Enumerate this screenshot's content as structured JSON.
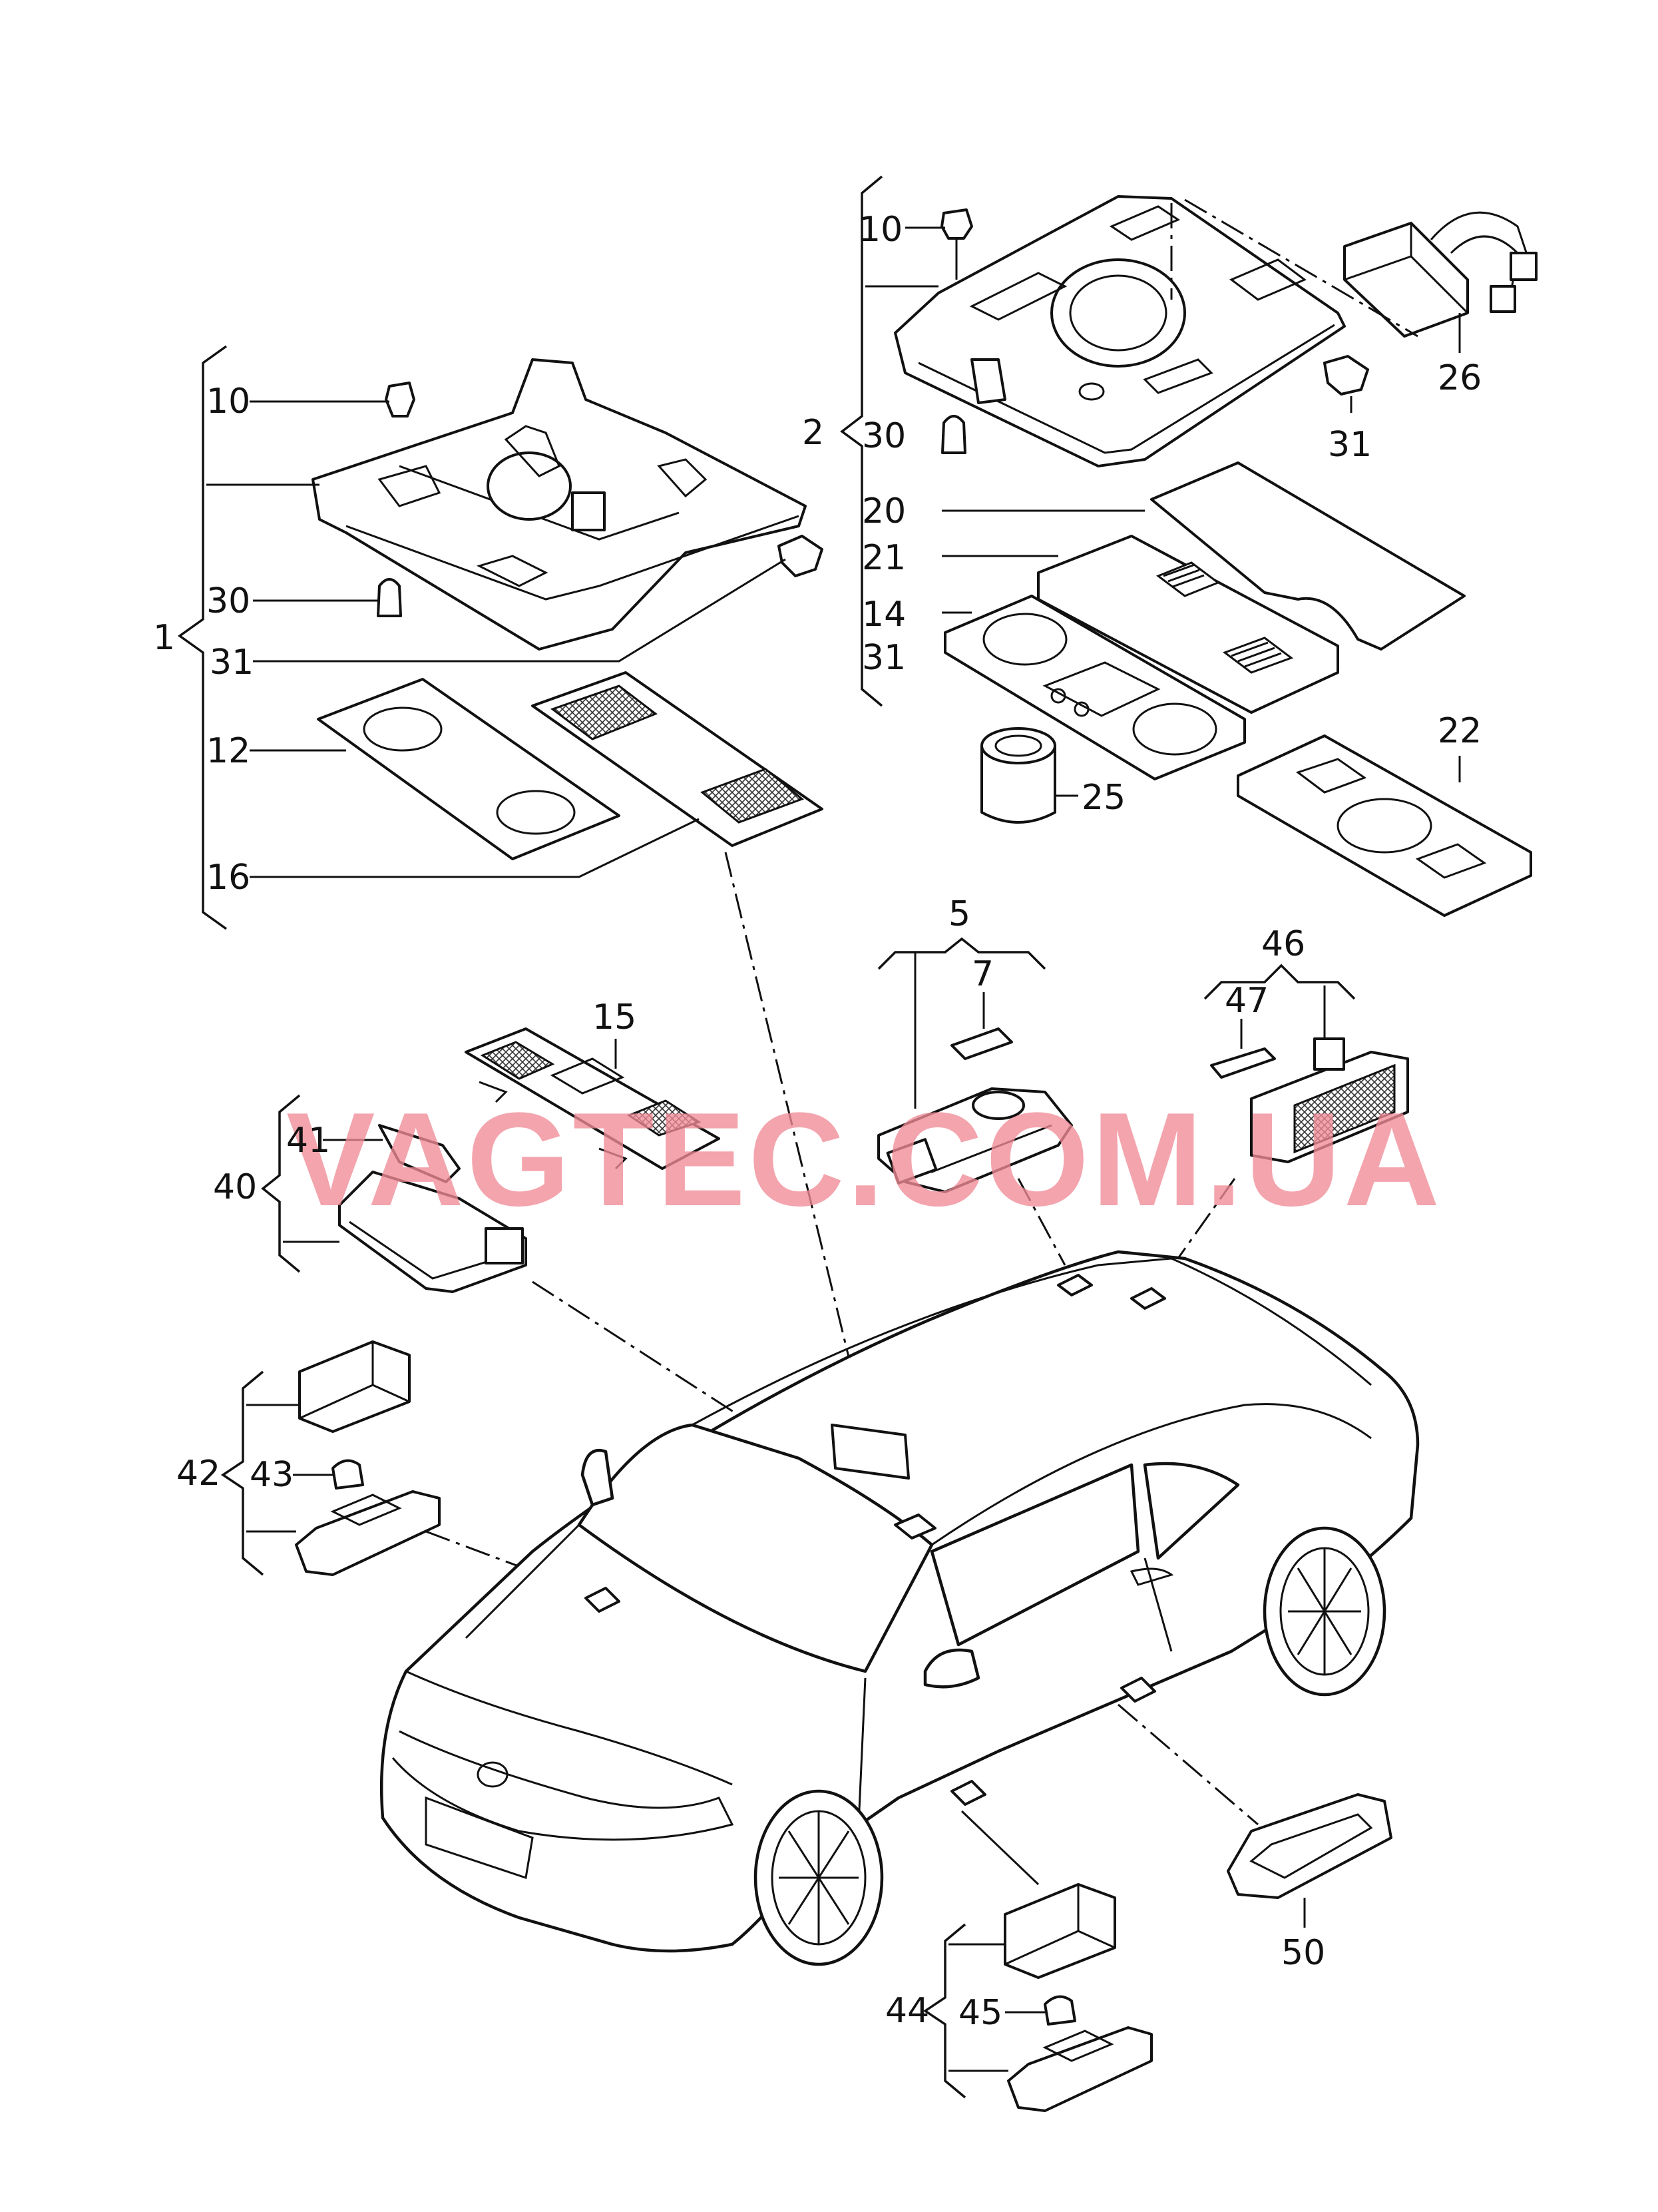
{
  "watermark": "VAGTEC.COM.UA",
  "callouts": {
    "c1": "1",
    "c10a": "10",
    "c30a": "30",
    "c31a": "31",
    "c12": "12",
    "c16": "16",
    "c2": "2",
    "c10b": "10",
    "c30b": "30",
    "c31b": "31",
    "c26": "26",
    "c20": "20",
    "c21": "21",
    "c14": "14",
    "c31c": "31",
    "c22": "22",
    "c25": "25",
    "c5": "5",
    "c7": "7",
    "c46": "46",
    "c47": "47",
    "c15": "15",
    "c40": "40",
    "c41": "41",
    "c42": "42",
    "c43": "43",
    "c44": "44",
    "c45": "45",
    "c50": "50"
  },
  "colors": {
    "line": "#111111",
    "watermark": "#f08a96",
    "background": "#ffffff"
  }
}
